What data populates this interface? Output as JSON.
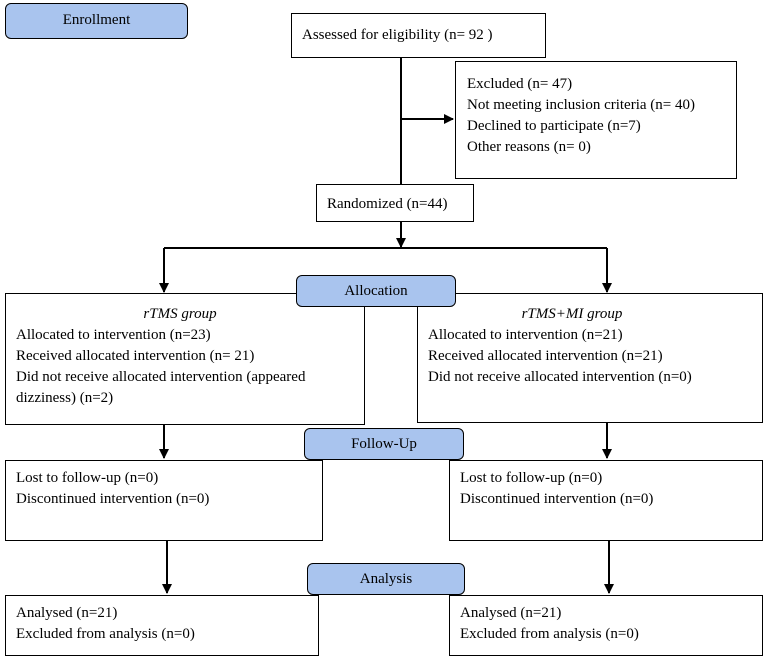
{
  "stages": {
    "enrollment": "Enrollment",
    "allocation": "Allocation",
    "follow_up": "Follow-Up",
    "analysis": "Analysis"
  },
  "assessed": "Assessed for eligibility (n= 92 )",
  "excluded": {
    "title": "Excluded  (n= 47)",
    "items": [
      "Not meeting inclusion criteria (n= 40)",
      "Declined to participate (n=7)",
      "Other reasons (n= 0)"
    ]
  },
  "randomized": "Randomized (n=44)",
  "left": {
    "group": "rTMS group",
    "allocated": "Allocated to intervention (n=23)",
    "received": "Received allocated intervention (n= 21)",
    "not_received": "Did not receive allocated intervention (appeared dizziness) (n=2)",
    "lost": "Lost to follow-up (n=0)",
    "discontinued": "Discontinued intervention (n=0)",
    "analysed": "Analysed  (n=21)",
    "excluded_analysis": "Excluded from analysis  (n=0)"
  },
  "right": {
    "group": "rTMS+MI group",
    "allocated": "Allocated to intervention (n=21)",
    "received": "Received allocated intervention (n=21)",
    "not_received": "Did not receive allocated intervention (n=0)",
    "lost": "Lost to follow-up (n=0)",
    "discontinued": "Discontinued intervention (n=0)",
    "analysed": "Analysed  (n=21)",
    "excluded_analysis": "Excluded from analysis  (n=0)"
  }
}
